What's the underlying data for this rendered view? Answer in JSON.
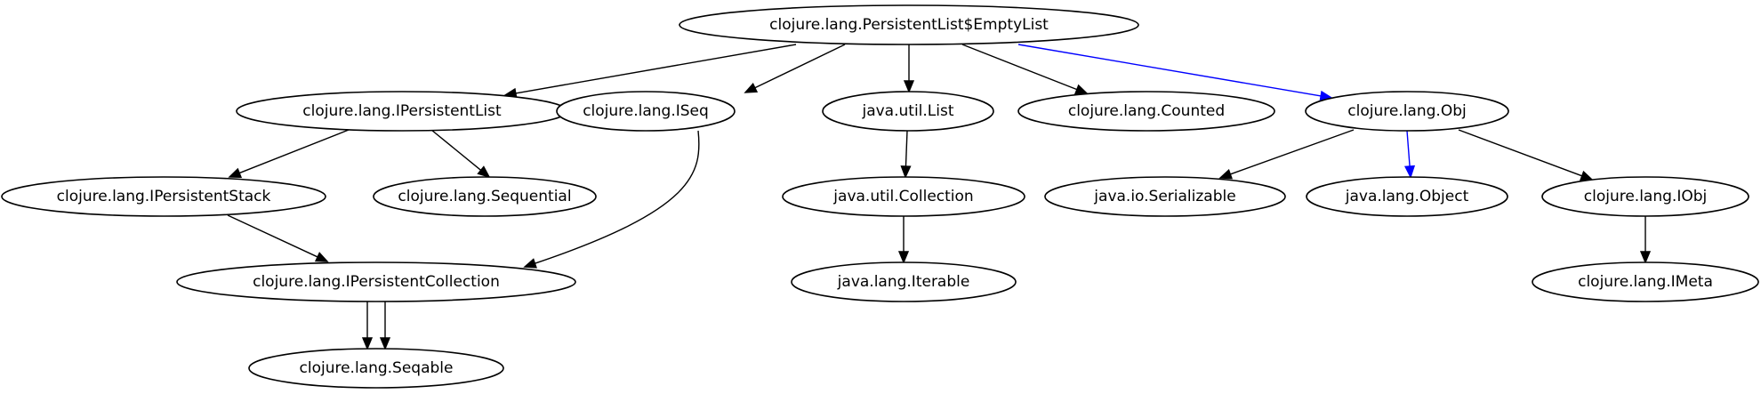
{
  "colors": {
    "edge_default": "#000000",
    "edge_highlight": "#0000ff",
    "node_stroke": "#000000",
    "background": "#ffffff"
  },
  "nodes": [
    {
      "id": "emptylist",
      "label": "clojure.lang.PersistentList$EmptyList"
    },
    {
      "id": "ipersistentlist",
      "label": "clojure.lang.IPersistentList"
    },
    {
      "id": "iseq",
      "label": "clojure.lang.ISeq"
    },
    {
      "id": "list",
      "label": "java.util.List"
    },
    {
      "id": "counted",
      "label": "clojure.lang.Counted"
    },
    {
      "id": "obj",
      "label": "clojure.lang.Obj"
    },
    {
      "id": "ipersistentstack",
      "label": "clojure.lang.IPersistentStack"
    },
    {
      "id": "sequential",
      "label": "clojure.lang.Sequential"
    },
    {
      "id": "collection",
      "label": "java.util.Collection"
    },
    {
      "id": "serializable",
      "label": "java.io.Serializable"
    },
    {
      "id": "object",
      "label": "java.lang.Object"
    },
    {
      "id": "iobj",
      "label": "clojure.lang.IObj"
    },
    {
      "id": "ipersistentcollection",
      "label": "clojure.lang.IPersistentCollection"
    },
    {
      "id": "iterable",
      "label": "java.lang.Iterable"
    },
    {
      "id": "imeta",
      "label": "clojure.lang.IMeta"
    },
    {
      "id": "seqable",
      "label": "clojure.lang.Seqable"
    }
  ],
  "edges": [
    {
      "from": "emptylist",
      "to": "ipersistentlist",
      "color": "black"
    },
    {
      "from": "emptylist",
      "to": "iseq",
      "color": "black"
    },
    {
      "from": "emptylist",
      "to": "list",
      "color": "black"
    },
    {
      "from": "emptylist",
      "to": "counted",
      "color": "black"
    },
    {
      "from": "emptylist",
      "to": "obj",
      "color": "blue"
    },
    {
      "from": "ipersistentlist",
      "to": "ipersistentstack",
      "color": "black"
    },
    {
      "from": "ipersistentlist",
      "to": "sequential",
      "color": "black"
    },
    {
      "from": "ipersistentstack",
      "to": "ipersistentcollection",
      "color": "black"
    },
    {
      "from": "iseq",
      "to": "ipersistentcollection",
      "color": "black"
    },
    {
      "from": "list",
      "to": "collection",
      "color": "black"
    },
    {
      "from": "collection",
      "to": "iterable",
      "color": "black"
    },
    {
      "from": "obj",
      "to": "serializable",
      "color": "black"
    },
    {
      "from": "obj",
      "to": "object",
      "color": "blue"
    },
    {
      "from": "obj",
      "to": "iobj",
      "color": "black"
    },
    {
      "from": "iobj",
      "to": "imeta",
      "color": "black"
    },
    {
      "from": "ipersistentcollection",
      "to": "seqable",
      "color": "black"
    },
    {
      "from": "ipersistentcollection",
      "to": "seqable",
      "color": "black"
    }
  ]
}
